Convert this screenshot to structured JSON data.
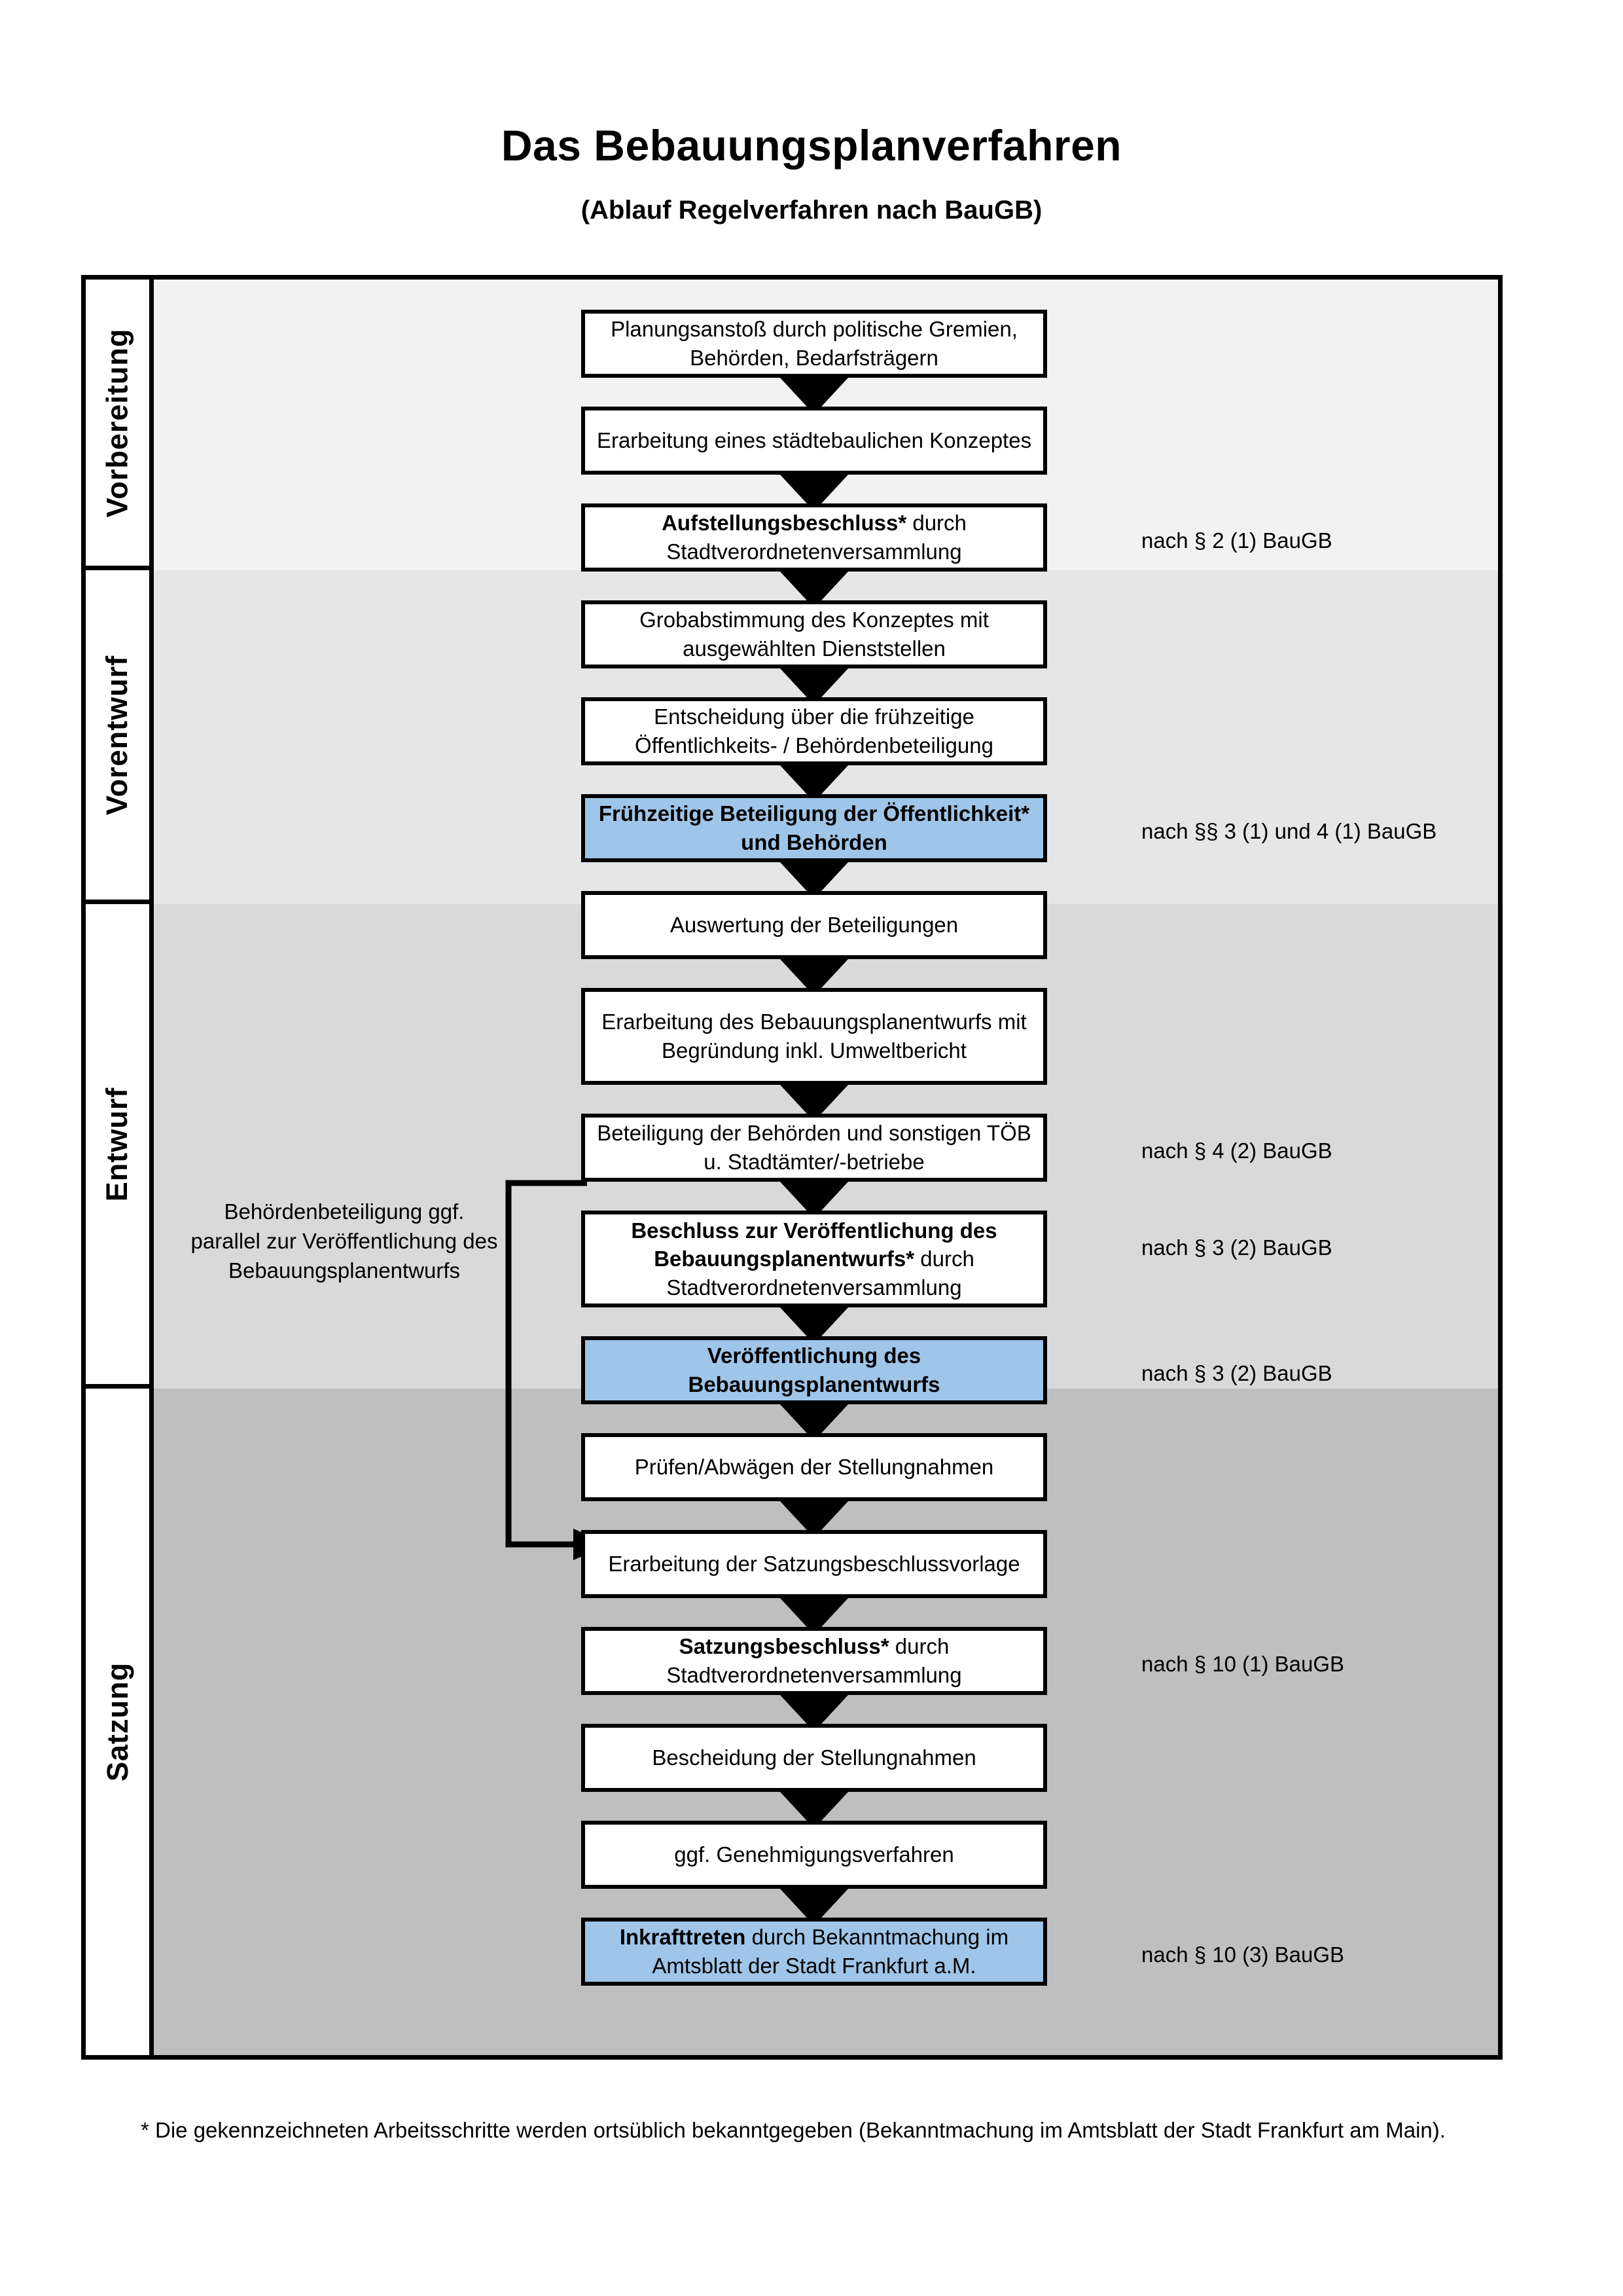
{
  "header": {
    "title": "Das Bebauungsplanverfahren",
    "subtitle": "(Ablauf Regelverfahren nach BauGB)"
  },
  "phases": [
    {
      "id": "vorbereitung",
      "label": "Vorbereitung",
      "band_color": "#f2f2f2"
    },
    {
      "id": "vorentwurf",
      "label": "Vorentwurf",
      "band_color": "#e6e6e6"
    },
    {
      "id": "entwurf",
      "label": "Entwurf",
      "band_color": "#d9d9d9"
    },
    {
      "id": "satzung",
      "label": "Satzung",
      "band_color": "#bfbfbf"
    }
  ],
  "steps": [
    {
      "id": "s1",
      "phase": "vorbereitung",
      "bold": "",
      "rest": "Planungsanstoß durch politische Gremien, Behörden, Bedarfsträgern",
      "highlight": false
    },
    {
      "id": "s2",
      "phase": "vorbereitung",
      "bold": "",
      "rest": "Erarbeitung eines städtebaulichen Konzeptes",
      "highlight": false
    },
    {
      "id": "s3",
      "phase": "vorbereitung",
      "bold": "Aufstellungsbeschluss*",
      "rest": " durch Stadtverordnetenversammlung",
      "highlight": false
    },
    {
      "id": "s4",
      "phase": "vorentwurf",
      "bold": "",
      "rest": "Grobabstimmung des Konzeptes mit ausgewählten Dienststellen",
      "highlight": false
    },
    {
      "id": "s5",
      "phase": "vorentwurf",
      "bold": "",
      "rest": "Entscheidung über die frühzeitige Öffentlichkeits- / Behördenbeteiligung",
      "highlight": false
    },
    {
      "id": "s6",
      "phase": "vorentwurf",
      "bold": "Frühzeitige Beteiligung der Öffentlichkeit* und Behörden",
      "rest": "",
      "highlight": true
    },
    {
      "id": "s7",
      "phase": "entwurf",
      "bold": "",
      "rest": "Auswertung der Beteiligungen",
      "highlight": false
    },
    {
      "id": "s8",
      "phase": "entwurf",
      "bold": "",
      "rest": "Erarbeitung des Bebauungsplanentwurfs mit Begründung inkl. Umweltbericht",
      "highlight": false
    },
    {
      "id": "s9",
      "phase": "entwurf",
      "bold": "",
      "rest": "Beteiligung der Behörden und sonstigen TÖB u. Stadtämter/-betriebe",
      "highlight": false
    },
    {
      "id": "s10",
      "phase": "entwurf",
      "bold": "Beschluss zur Veröffentlichung des Bebauungsplanentwurfs*",
      "rest": " durch Stadtverordnetenversammlung",
      "highlight": false
    },
    {
      "id": "s11",
      "phase": "entwurf",
      "bold": "Veröffentlichung des Bebauungsplanentwurfs",
      "rest": "",
      "highlight": true
    },
    {
      "id": "s12",
      "phase": "satzung",
      "bold": "",
      "rest": "Prüfen/Abwägen der Stellungnahmen",
      "highlight": false
    },
    {
      "id": "s13",
      "phase": "satzung",
      "bold": "",
      "rest": "Erarbeitung der Satzungsbeschlussvorlage",
      "highlight": false
    },
    {
      "id": "s14",
      "phase": "satzung",
      "bold": "Satzungsbeschluss*",
      "rest": " durch Stadtverordnetenversammlung",
      "highlight": false
    },
    {
      "id": "s15",
      "phase": "satzung",
      "bold": "",
      "rest": "Bescheidung der Stellungnahmen",
      "highlight": false
    },
    {
      "id": "s16",
      "phase": "satzung",
      "bold": "",
      "rest": "ggf. Genehmigungsverfahren",
      "highlight": false
    },
    {
      "id": "s17",
      "phase": "satzung",
      "bold": "Inkrafttreten",
      "rest": " durch Bekanntmachung im Amtsblatt der Stadt Frankfurt a.M.",
      "highlight": true
    }
  ],
  "law_notes": [
    {
      "id": "n1",
      "text": "nach § 2 (1) BauGB"
    },
    {
      "id": "n2",
      "text": "nach §§ 3 (1) und 4 (1) BauGB"
    },
    {
      "id": "n3",
      "text": "nach § 4 (2) BauGB"
    },
    {
      "id": "n4",
      "text": "nach § 3 (2) BauGB"
    },
    {
      "id": "n5",
      "text": "nach § 3 (2) BauGB"
    },
    {
      "id": "n6",
      "text": "nach § 10 (1) BauGB"
    },
    {
      "id": "n7",
      "text": "nach § 10 (3) BauGB"
    }
  ],
  "side_note": "Behördenbeteiligung ggf. parallel zur Veröffentlichung des Bebauungsplanentwurfs",
  "footnote": "* Die gekennzeichneten Arbeitsschritte werden ortsüblich bekanntgegeben (Bekanntmachung im Amtsblatt  der Stadt Frankfurt am Main).",
  "colors": {
    "highlight_blue": "#9fc5e8",
    "border_black": "#000000"
  }
}
